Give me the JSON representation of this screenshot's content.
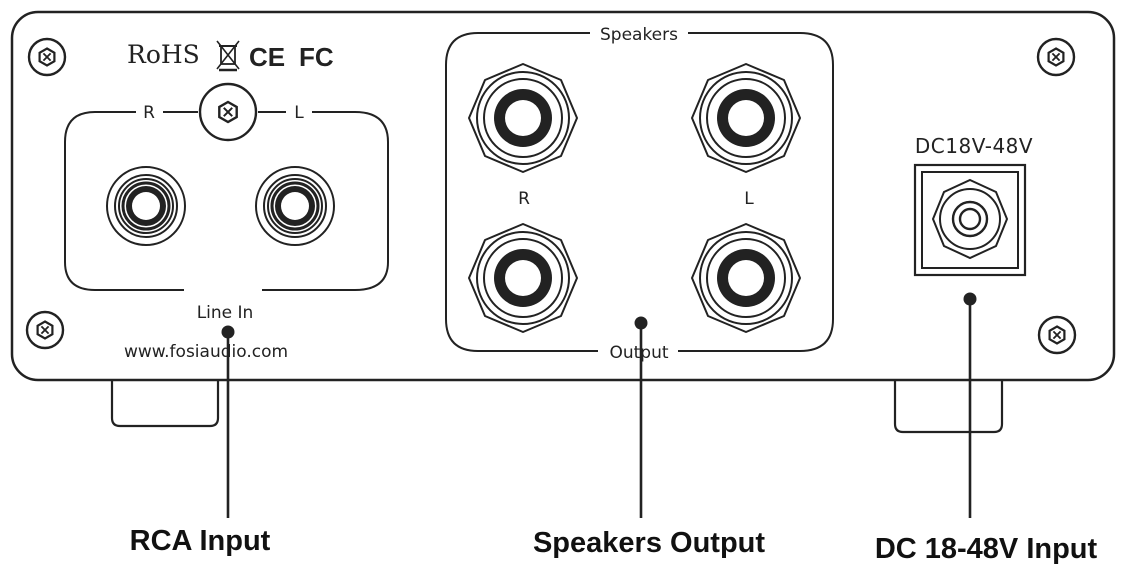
{
  "certifications": {
    "rohs": "RoHS",
    "ce": "CE",
    "fc": "FC"
  },
  "line_in": {
    "title": "Line In",
    "right": "R",
    "left": "L"
  },
  "speakers": {
    "title": "Speakers",
    "bottom_title": "Output",
    "right": "R",
    "left": "L"
  },
  "power": {
    "rating": "DC18V-48V"
  },
  "website": "www.fosiaudio.com",
  "callouts": {
    "rca": "RCA Input",
    "speakers": "Speakers Output",
    "dc": "DC 18-48V Input"
  },
  "icons": {
    "screw": "screw-icon",
    "weee": "wheelie-bin-icon",
    "rca_jack": "rca-jack-icon",
    "binding_post": "binding-post-icon",
    "dc_jack": "dc-jack-icon"
  },
  "colors": {
    "ink": "#222222",
    "background": "#ffffff"
  }
}
